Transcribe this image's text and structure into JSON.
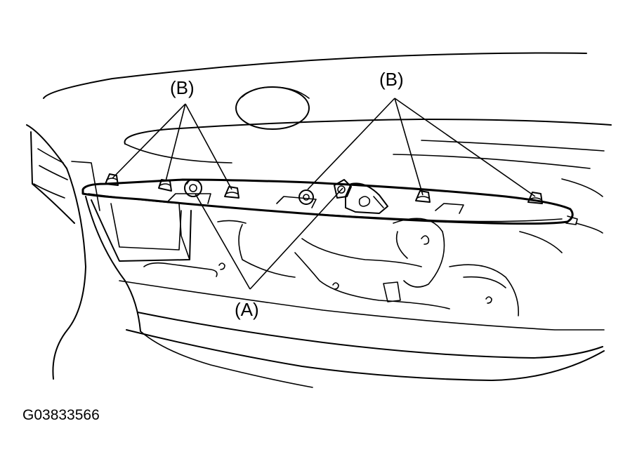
{
  "labels": {
    "callout_b_left": "(B)",
    "callout_b_right": "(B)",
    "callout_a": "(A)"
  },
  "figure_code": "G03833566",
  "colors": {
    "line": "#000000",
    "background": "#ffffff"
  },
  "icons": [
    "clip-icon",
    "nut-icon",
    "lock-actuator-icon"
  ]
}
